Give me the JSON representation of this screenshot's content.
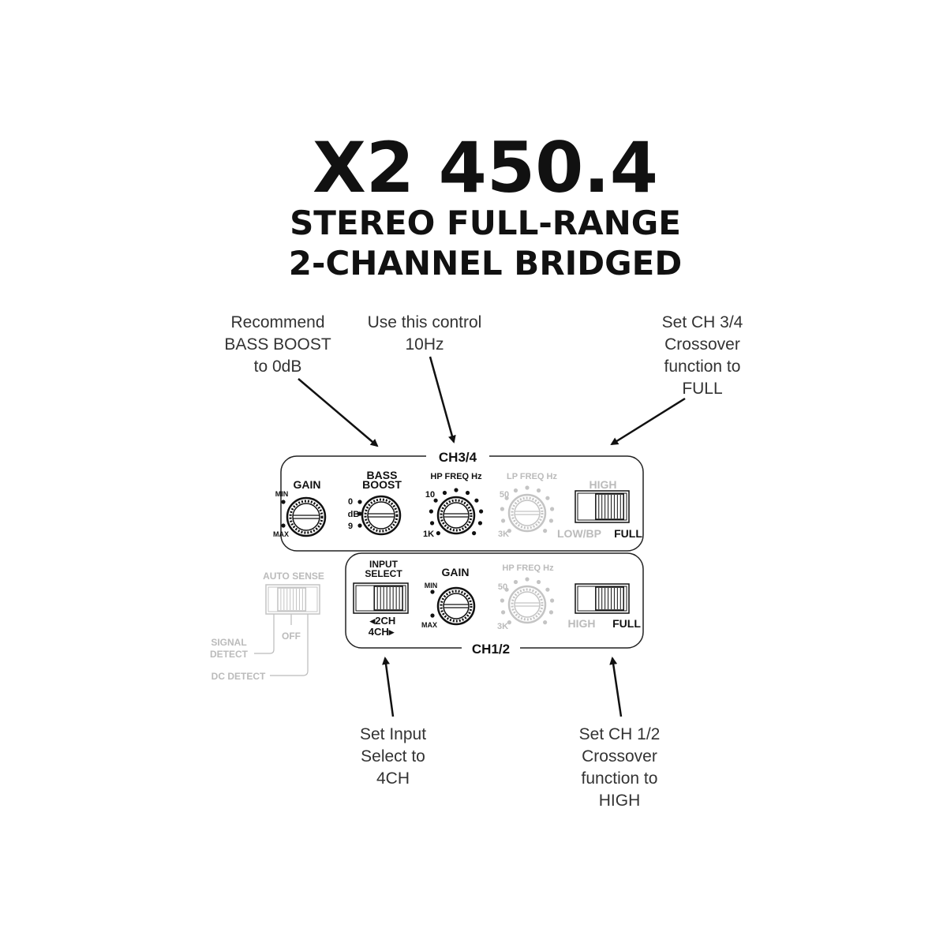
{
  "title": "X2 450.4",
  "subtitle_1": "STEREO FULL-RANGE",
  "subtitle_2": "2-CHANNEL BRIDGED",
  "annotations": {
    "bass_boost": [
      "Recommend",
      "BASS BOOST",
      "to 0dB"
    ],
    "hp_freq": [
      "Use this control",
      "10Hz"
    ],
    "ch34_crossover": [
      "Set CH 3/4",
      "Crossover",
      "function to",
      "FULL"
    ],
    "input_select": [
      "Set Input",
      "Select to",
      "4CH"
    ],
    "ch12_crossover": [
      "Set CH 1/2",
      "Crossover",
      "function to",
      "HIGH"
    ]
  },
  "ch34": {
    "label": "CH3/4",
    "gain": "GAIN",
    "min": "MIN",
    "max": "MAX",
    "bass_boost": [
      "BASS",
      "BOOST"
    ],
    "bb_0": "0",
    "bb_db": "dB",
    "bb_9": "9",
    "hp_freq": "HP FREQ Hz",
    "hp_10": "10",
    "hp_1k": "1K",
    "lp_freq": "LP FREQ Hz",
    "lp_50": "50",
    "lp_3k": "3K",
    "xover_high": "HIGH",
    "xover_lowbp": "LOW/BP",
    "xover_full": "FULL"
  },
  "ch12": {
    "label": "CH1/2",
    "input_select": [
      "INPUT",
      "SELECT"
    ],
    "is_2ch": "◂2CH",
    "is_4ch": "4CH▸",
    "gain": "GAIN",
    "min": "MIN",
    "max": "MAX",
    "hp_freq": "HP FREQ Hz",
    "hp_50": "50",
    "hp_3k": "3K",
    "xover_high": "HIGH",
    "xover_full": "FULL"
  },
  "auto_sense": {
    "label": "AUTO SENSE",
    "off": "OFF",
    "signal_detect": [
      "SIGNAL",
      "DETECT"
    ],
    "dc_detect": "DC DETECT"
  }
}
